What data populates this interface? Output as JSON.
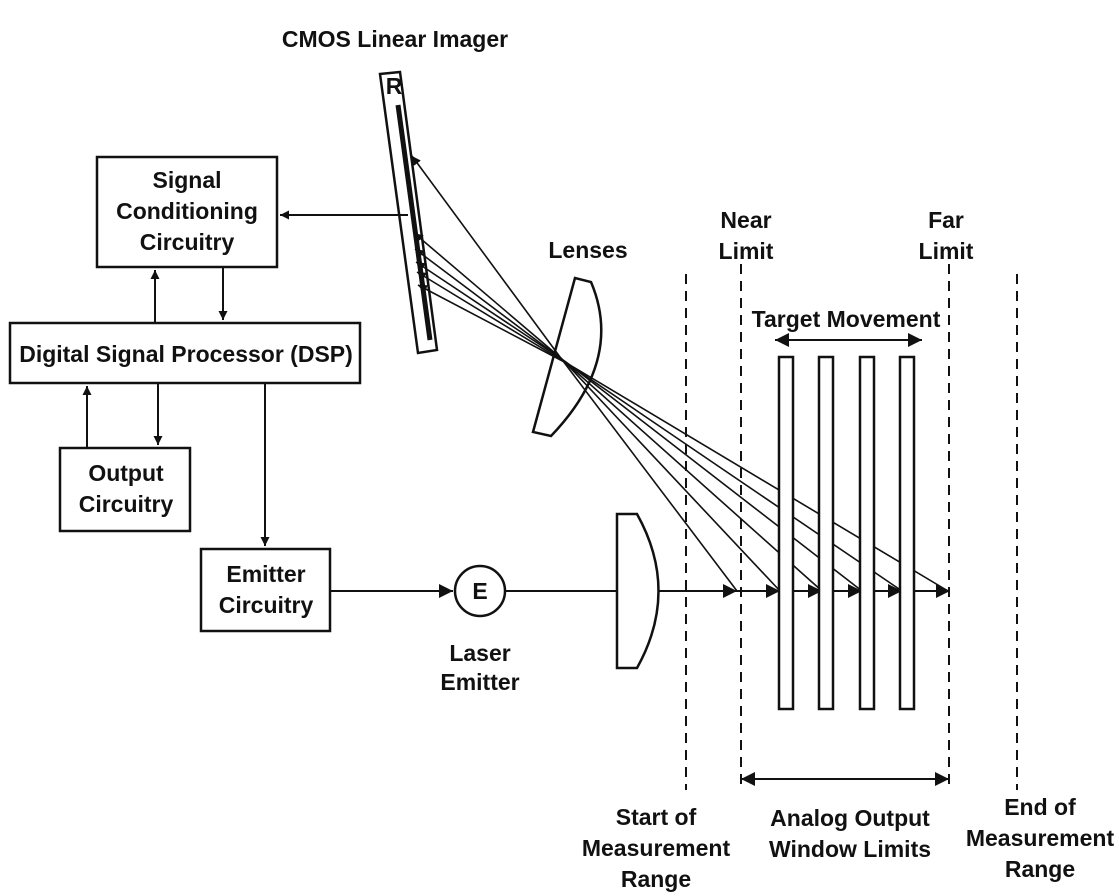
{
  "labels": {
    "cmos": "CMOS Linear Imager",
    "sensor_letter": "R",
    "signal_line1": "Signal",
    "signal_line2": "Conditioning",
    "signal_line3": "Circuitry",
    "dsp": "Digital Signal Processor (DSP)",
    "output_line1": "Output",
    "output_line2": "Circuitry",
    "emitter_line1": "Emitter",
    "emitter_line2": "Circuitry",
    "emitter_letter": "E",
    "laser_line1": "Laser",
    "laser_line2": "Emitter",
    "lenses": "Lenses",
    "near_line1": "Near",
    "near_line2": "Limit",
    "far_line1": "Far",
    "far_line2": "Limit",
    "target_movement": "Target Movement",
    "start_line1": "Start of",
    "start_line2": "Measurement",
    "start_line3": "Range",
    "analog_line1": "Analog Output",
    "analog_line2": "Window Limits",
    "end_line1": "End of",
    "end_line2": "Measurement",
    "end_line3": "Range"
  },
  "colors": {
    "ink": "#111111",
    "background": "#ffffff"
  }
}
